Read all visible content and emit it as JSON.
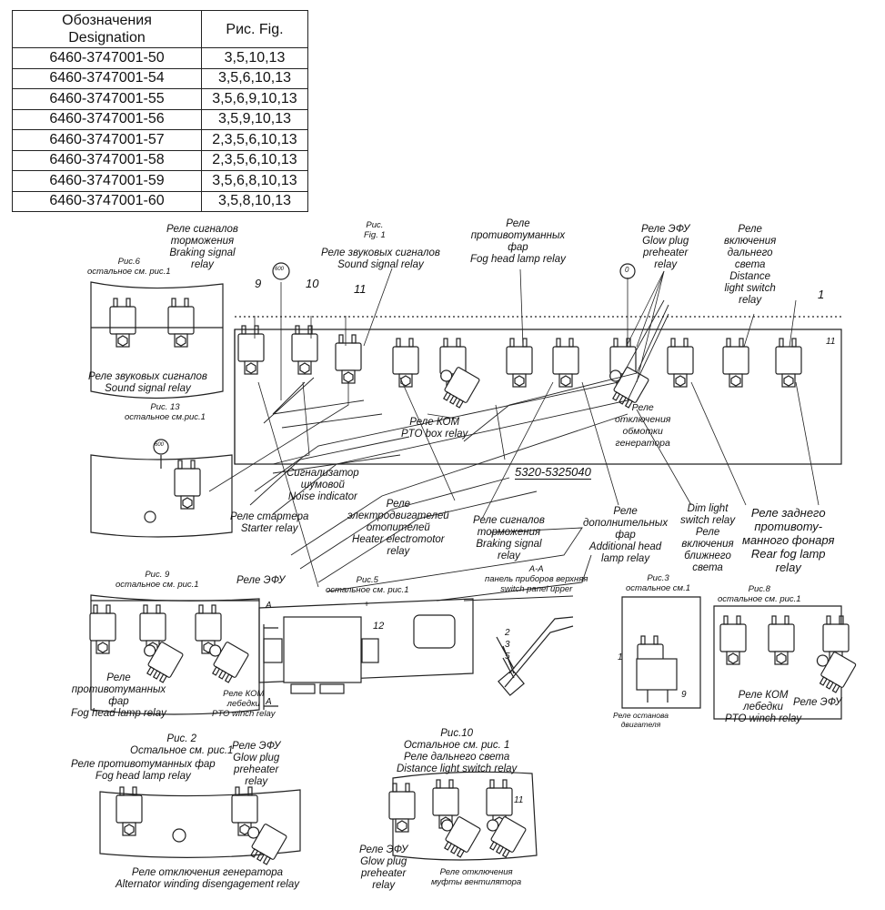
{
  "table": {
    "header": {
      "col1": "Обозначения\nDesignation",
      "col2": "Рис. Fig."
    },
    "rows": [
      {
        "designation": "6460-3747001-50",
        "figures": "3,5,10,13"
      },
      {
        "designation": "6460-3747001-54",
        "figures": "3,5,6,10,13"
      },
      {
        "designation": "6460-3747001-55",
        "figures": "3,5,6,9,10,13"
      },
      {
        "designation": "6460-3747001-56",
        "figures": "3,5,9,10,13"
      },
      {
        "designation": "6460-3747001-57",
        "figures": "2,3,5,6,10,13"
      },
      {
        "designation": "6460-3747001-58",
        "figures": "2,3,5,6,10,13"
      },
      {
        "designation": "6460-3747001-59",
        "figures": "3,5,6,8,10,13"
      },
      {
        "designation": "6460-3747001-60",
        "figures": "3,5,8,10,13"
      }
    ]
  },
  "labels": {
    "braking_relay_top": "Реле сигналов\nторможения\nBraking signal\nrelay",
    "fig1": "Рис.\nFig. 1",
    "sound_relay_top": "Реле звуковых сигналов\nSound signal relay",
    "fog_relay_top": "Реле\nпротивотуманных\nфар\nFog head lamp relay",
    "glow_relay_top": "Реле ЭФУ\nGlow plug\npreheater\nrelay",
    "distance_relay_top": "Реле\nвключения\nдальнего\nсвета\nDistance\nlight switch\nrelay",
    "fig6": "Рис.6\nостальное см. рис.1",
    "sound_relay_fig6": "Реле звуковых сигналов\nSound signal relay",
    "fig13": "Рис. 13\nостальное см.рис.1",
    "pto_box": "Реле КОМ\nPTO box relay",
    "alt_winding_cut": "Реле\nотключения\nобмотки\nгенератора",
    "noise_indicator": "Сигнализатор\nшумовой\nNoise indicator",
    "starter_relay": "Реле стартера\nStarter relay",
    "heater_relay": "Реле\nэлектродвигателей\nотопителей\nHeater electromotor\nrelay",
    "braking_relay_mid": "Реле сигналов\nторможения\nBraking signal\nrelay",
    "additional_relay": "Реле\nдополнительных\nфар\nAdditional head\nlamp relay",
    "dim_relay": "Dim light\nswitch relay\nРеле\nвключения\nближнего\nсвета",
    "rear_fog_relay": "Реле заднего\nпротивоту-\nманного фонаря\nRear fog lamp\nrelay",
    "part_number": "5320-5325040",
    "section_aa": "А-А\nпанель приборов верхняя\nswitch panel upper",
    "fig9": "Рис. 9\nостальное см. рис.1",
    "efu_label": "Реле ЭФУ",
    "fig5": "Рис.5\nостальное см. рис.1",
    "fig3": "Рис.3\nостальное см.1",
    "fig8": "Рис.8\nостальное см. рис.1",
    "fog_relay_fig9": "Реле\nпротивотуманных\nфар\nFog head lamp relay",
    "pto_winch_fig9": "Реле КОМ\nлебедки\nPTO winch relay",
    "engine_stop": "Реле останова\nдвигателя",
    "pto_winch_fig8": "Реле КОМ\nлебедки\nPTO winch relay",
    "efu_fig8": "Реле ЭФУ",
    "fig2": "Рис. 2\nОстальное см. рис.1",
    "fog_relay_fig2": "Реле противотуманных фар\nFog head lamp relay",
    "glow_relay_fig2": "Реле ЭФУ\nGlow plug\npreheater\nrelay",
    "alt_winding_fig2": "Реле отключения генератора\nAlternator winding disengagement relay",
    "fig10": "Рис.10\nОстальное см. рис. 1\nРеле дальнего света\nDistance light switch relay",
    "glow_relay_fig10": "Реле ЭФУ\nGlow plug\npreheater\nrelay",
    "fan_clutch_relay": "Реле отключения\nмуфты вентилятора"
  },
  "numbers": {
    "n9": "9",
    "n10": "10",
    "n11": "11",
    "n1": "1",
    "n11b": "11",
    "n12": "12",
    "n600a": "600",
    "n600b": "600",
    "n0": "0",
    "n2": "2",
    "n3": "3",
    "n5": "5",
    "n1b": "1",
    "n9b": "9",
    "n11c": "11",
    "aa_top": "А",
    "aa_bottom": "А",
    "plus": "+"
  }
}
